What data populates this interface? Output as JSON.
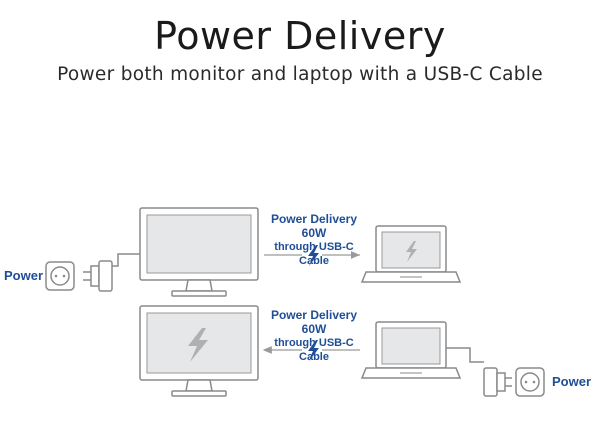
{
  "header": {
    "title": "Power Delivery",
    "subtitle": "Power both monitor and laptop with a USB-C Cable"
  },
  "top_connection": {
    "label_line1": "Power Delivery 60W",
    "label_line2": "through USB-C Cable",
    "direction": "monitor-to-laptop"
  },
  "bottom_connection": {
    "label_line1": "Power Delivery 60W",
    "label_line2": "through USB-C Cable",
    "direction": "laptop-to-monitor"
  },
  "power_left": {
    "label": "Power"
  },
  "power_right": {
    "label": "Power"
  },
  "colors": {
    "accent": "#1f4e96",
    "outline": "#8a8a8a",
    "device_fill": "#e6e7e9",
    "bolt": "#b0b0b0"
  }
}
